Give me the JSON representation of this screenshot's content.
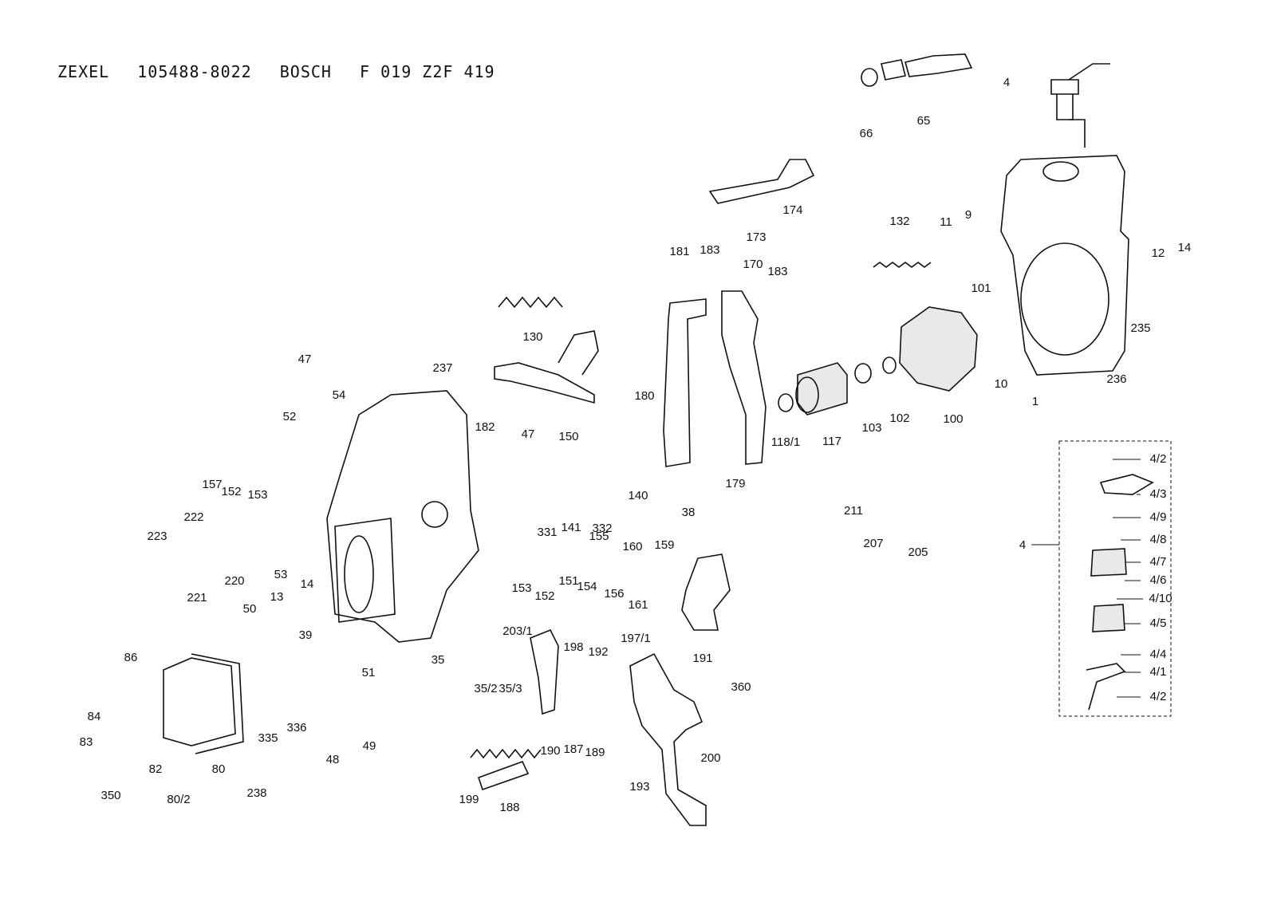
{
  "title": {
    "brand": "ZEXEL",
    "zexel_no": "105488-8022",
    "maker": "BOSCH",
    "bosch_no": "F 019 Z2F 419"
  },
  "labels": [
    "66",
    "65",
    "4",
    "174",
    "173",
    "132",
    "11",
    "9",
    "12",
    "14",
    "181",
    "183",
    "170",
    "183",
    "101",
    "235",
    "130",
    "10",
    "236",
    "1",
    "47",
    "237",
    "54",
    "180",
    "117",
    "103",
    "102",
    "100",
    "52",
    "182",
    "47",
    "150",
    "118/1",
    "157",
    "152",
    "153",
    "179",
    "331",
    "141",
    "332",
    "140",
    "38",
    "211",
    "222",
    "207",
    "205",
    "223",
    "221",
    "220",
    "53",
    "14",
    "155",
    "160",
    "159",
    "153",
    "152",
    "151",
    "154",
    "156",
    "161",
    "191",
    "50",
    "13",
    "39",
    "35",
    "35/2",
    "35/3",
    "203/1",
    "198",
    "192",
    "197/1",
    "86",
    "84",
    "83",
    "350",
    "82",
    "80/2",
    "80",
    "238",
    "335",
    "336",
    "48",
    "49",
    "51",
    "190",
    "187",
    "189",
    "360",
    "200",
    "199",
    "188",
    "193"
  ],
  "inset": {
    "group_label": "4",
    "items": [
      "4/2",
      "4/3",
      "4/9",
      "4/8",
      "4/7",
      "4/6",
      "4/10",
      "4/5",
      "4/4",
      "4/1",
      "4/2"
    ]
  }
}
